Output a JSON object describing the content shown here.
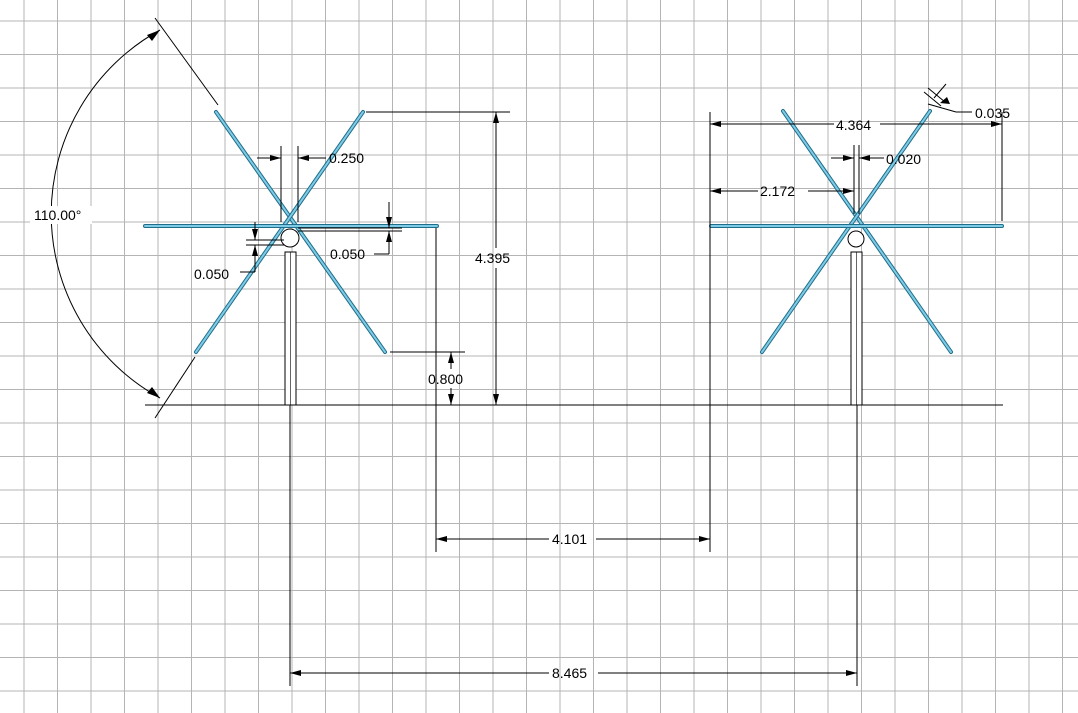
{
  "colors": {
    "background": "#ffffff",
    "grid": "#b4b4b4",
    "line": "#000000",
    "rod_outline": "#1f6d8a",
    "rod_fill": "#7ecbe6"
  },
  "dimensions": {
    "angle_blade": "110.00°",
    "hub_width_left": "0.250",
    "gap_left": "0.050",
    "offset_left": "0.050",
    "height_total": "4.395",
    "tip_clearance": "0.800",
    "spacing_gap": "4.101",
    "spacing_centers": "8.465",
    "span_right": "4.364",
    "half_span_right": "2.172",
    "hub_width_right": "0.020",
    "rod_thickness": "0.035"
  }
}
